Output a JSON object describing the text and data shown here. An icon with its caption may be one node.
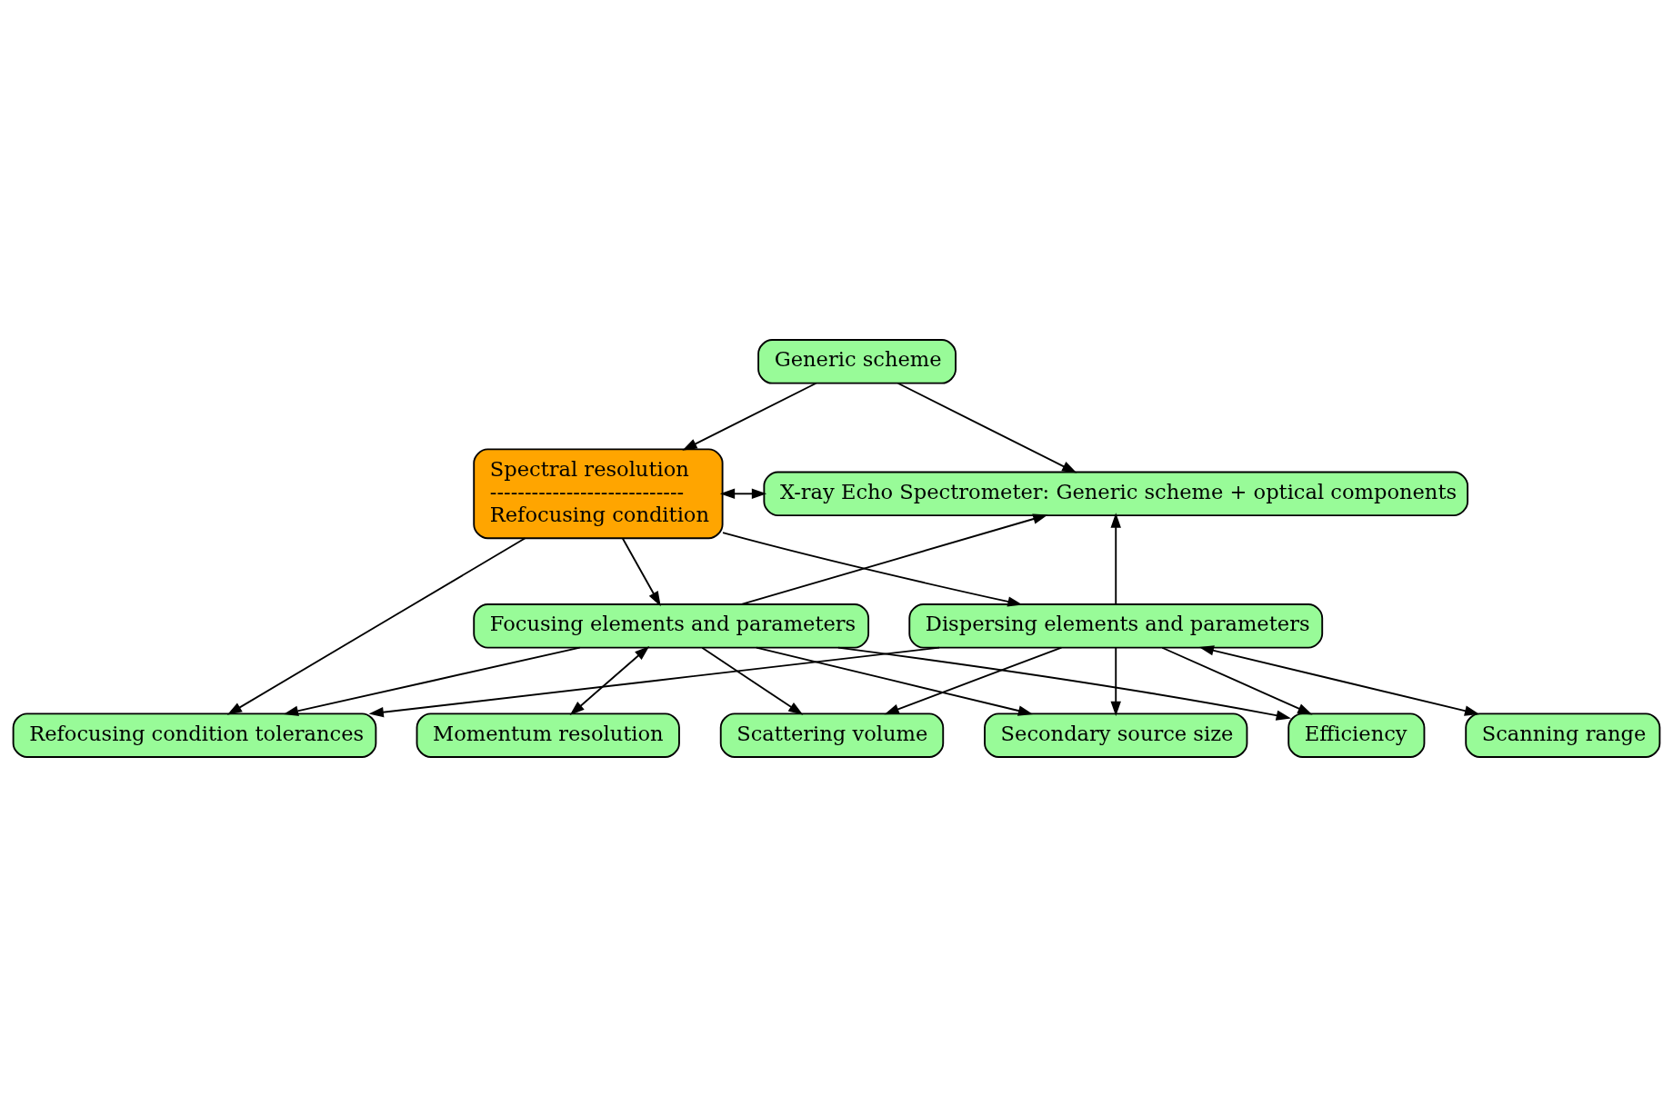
{
  "diagram": {
    "nodes": [
      {
        "text": [
          "Generic scheme"
        ]
      },
      {
        "text": [
          "Spectral resolution",
          "----------------------------",
          "Refocusing condition"
        ]
      },
      {
        "text": [
          "X-ray Echo Spectrometer: Generic scheme + optical components"
        ]
      },
      {
        "text": [
          "Dispersing elements and parameters"
        ]
      },
      {
        "text": [
          "Focusing elements and parameters"
        ]
      },
      {
        "text": [
          "Scanning range"
        ]
      },
      {
        "text": [
          "Scattering volume"
        ]
      },
      {
        "text": [
          "Secondary source size"
        ]
      },
      {
        "text": [
          "Efficiency"
        ]
      },
      {
        "text": [
          "Momentum resolution"
        ]
      },
      {
        "text": [
          "Refocusing condition tolerances"
        ]
      }
    ],
    "edges": [
      {
        "from": 0,
        "to": 2,
        "arrow": "to"
      },
      {
        "from": 0,
        "to": 1,
        "arrow": "to"
      },
      {
        "from": 1,
        "to": 2,
        "arrow": "both"
      },
      {
        "from": 3,
        "to": 2,
        "arrow": "to"
      },
      {
        "from": 4,
        "to": 2,
        "arrow": "to"
      },
      {
        "from": 1,
        "to": 3,
        "arrow": "to"
      },
      {
        "from": 1,
        "to": 4,
        "arrow": "to"
      },
      {
        "from": 1,
        "to": 10,
        "arrow": "to"
      },
      {
        "from": 3,
        "to": 5,
        "arrow": "both"
      },
      {
        "from": 3,
        "to": 6,
        "arrow": "to"
      },
      {
        "from": 3,
        "to": 7,
        "arrow": "to"
      },
      {
        "from": 3,
        "to": 8,
        "arrow": "to"
      },
      {
        "from": 3,
        "to": 10,
        "arrow": "to"
      },
      {
        "from": 4,
        "to": 6,
        "arrow": "to"
      },
      {
        "from": 4,
        "to": 7,
        "arrow": "to"
      },
      {
        "from": 4,
        "to": 8,
        "arrow": "to"
      },
      {
        "from": 4,
        "to": 9,
        "arrow": "both"
      },
      {
        "from": 4,
        "to": 10,
        "arrow": "to"
      }
    ]
  }
}
